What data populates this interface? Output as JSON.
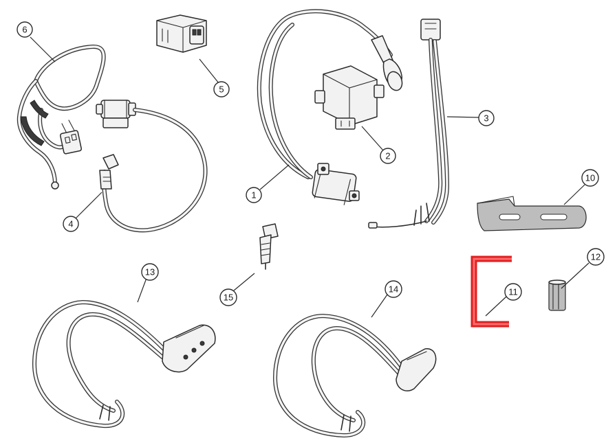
{
  "diagram": {
    "callouts": [
      {
        "label": "1"
      },
      {
        "label": "2"
      },
      {
        "label": "3"
      },
      {
        "label": "4"
      },
      {
        "label": "5"
      },
      {
        "label": "6"
      },
      {
        "label": "10"
      },
      {
        "label": "11"
      },
      {
        "label": "12"
      },
      {
        "label": "13"
      },
      {
        "label": "14"
      },
      {
        "label": "15"
      }
    ],
    "highlight_color": "#e02020",
    "highlighted_callout": "11"
  }
}
